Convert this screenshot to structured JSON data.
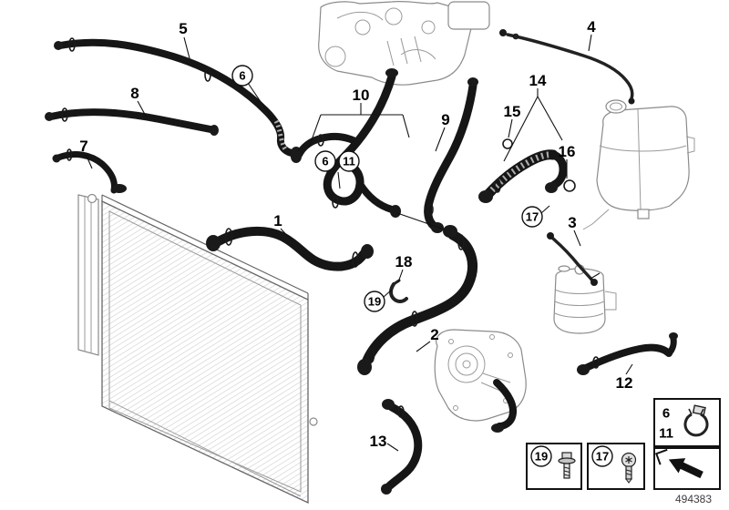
{
  "diagram": {
    "part_number": "494383",
    "callouts": [
      {
        "label": "5",
        "circled": false
      },
      {
        "label": "4",
        "circled": false
      },
      {
        "label": "6",
        "circled": true
      },
      {
        "label": "8",
        "circled": false
      },
      {
        "label": "10",
        "circled": false
      },
      {
        "label": "14",
        "circled": false
      },
      {
        "label": "15",
        "circled": false
      },
      {
        "label": "9",
        "circled": false
      },
      {
        "label": "16",
        "circled": false
      },
      {
        "label": "7",
        "circled": false
      },
      {
        "label": "6",
        "circled": true
      },
      {
        "label": "11",
        "circled": true
      },
      {
        "label": "1",
        "circled": false
      },
      {
        "label": "17",
        "circled": true
      },
      {
        "label": "3",
        "circled": false
      },
      {
        "label": "18",
        "circled": false
      },
      {
        "label": "19",
        "circled": true
      },
      {
        "label": "2",
        "circled": false
      },
      {
        "label": "12",
        "circled": false
      },
      {
        "label": "13",
        "circled": false
      }
    ],
    "legend": {
      "bolt_item": {
        "label": "19",
        "icon": "flange-bolt-icon"
      },
      "screw_item": {
        "label": "17",
        "icon": "torx-screw-icon"
      },
      "clamp_item": {
        "line1": "6",
        "line2": "11",
        "icon": "hose-clamp-icon"
      },
      "direction_icon": "front-direction-arrow-icon"
    }
  }
}
